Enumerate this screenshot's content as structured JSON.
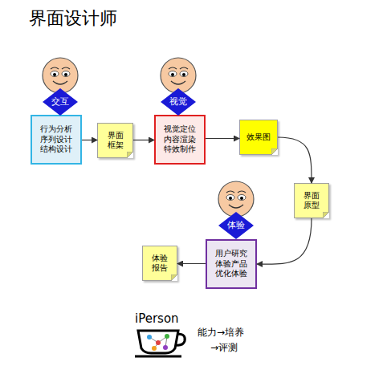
{
  "diagram": {
    "title": "界面设计师",
    "nodes": [
      {
        "text": [
          "交互"
        ]
      },
      {
        "text": [
          "行为分析 序列设计 结构设计"
        ]
      },
      {
        "text": [
          "界面 框架"
        ]
      },
      {
        "text": [
          "视觉"
        ]
      },
      {
        "text": [
          "视觉定位 内容渲染 特效制作"
        ]
      },
      {
        "text": [
          "效果图"
        ]
      },
      {
        "text": [
          "界面 原型"
        ]
      },
      {
        "text": [
          "体验"
        ]
      },
      {
        "text": [
          "用户研究 体验产品 优化体验"
        ]
      },
      {
        "text": [
          "体验 报告"
        ]
      }
    ],
    "edges": [
      {
        "from": 1,
        "to": 2,
        "arrow": "to"
      },
      {
        "from": 2,
        "to": 4,
        "arrow": "to"
      },
      {
        "from": 4,
        "to": 5,
        "arrow": "to"
      },
      {
        "from": 5,
        "to": 6,
        "arrow": "to"
      },
      {
        "from": 6,
        "to": 8,
        "arrow": "to"
      },
      {
        "from": 8,
        "to": 9,
        "arrow": "to"
      }
    ],
    "labels": [
      "iPerson",
      "能力→培养",
      "→评测"
    ]
  }
}
